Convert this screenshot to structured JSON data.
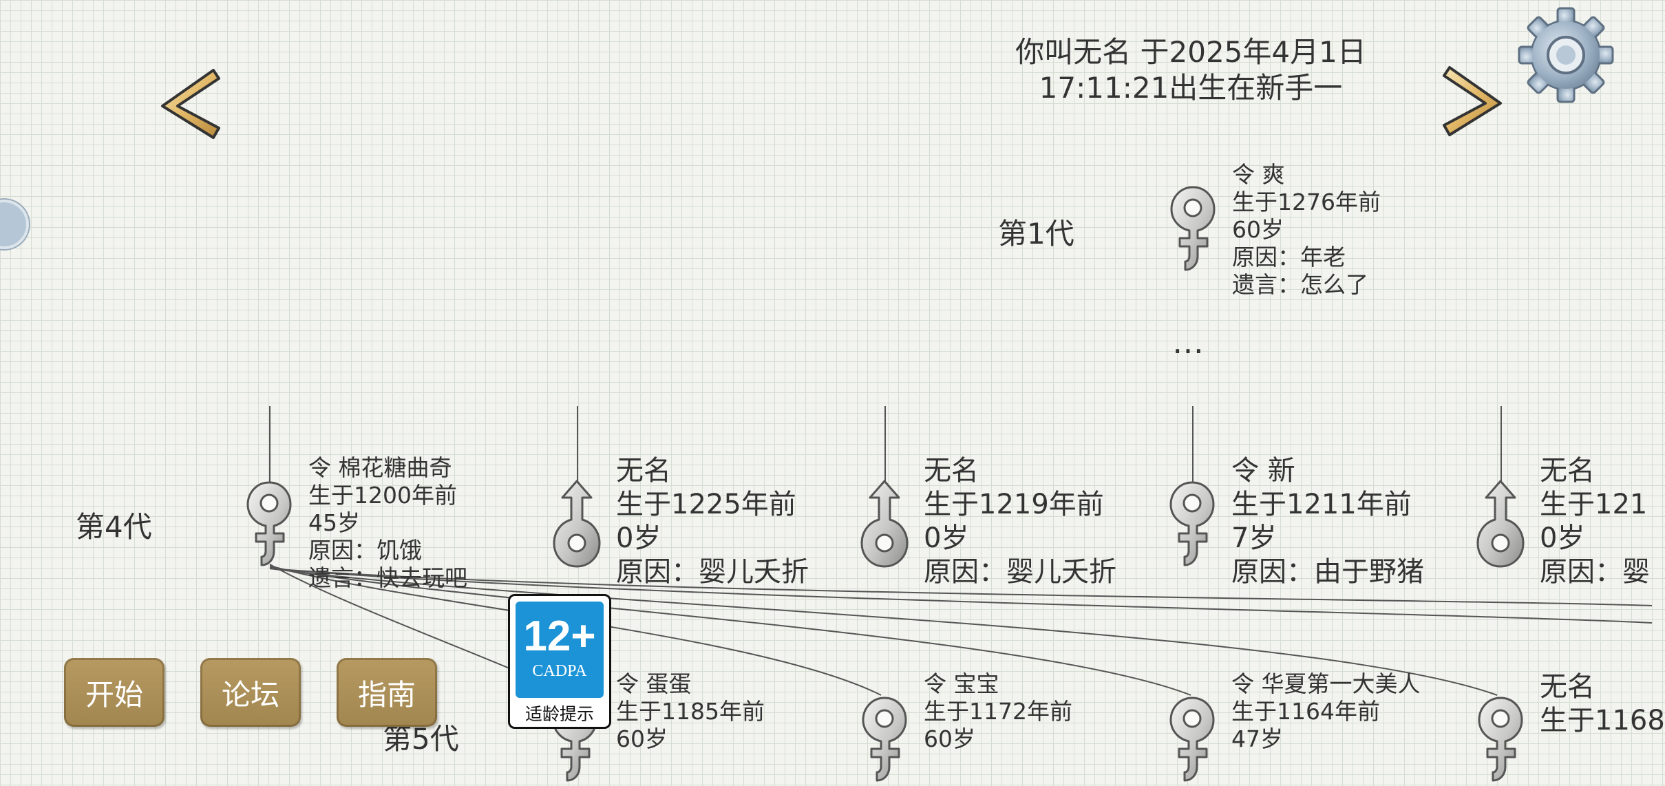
{
  "header": {
    "line1": "你叫无名 于2025年4月1日",
    "line2": "17:11:21出生在新手一"
  },
  "icons": {
    "prev": "chevron-left-icon",
    "next": "chevron-right-icon",
    "settings": "gear-icon"
  },
  "generations": {
    "gen1_label": "第1代",
    "gen4_label": "第4代",
    "gen5_label": "第5代",
    "ellipsis": "…"
  },
  "ancestor": {
    "name": "令 爽",
    "born": "生于1276年前",
    "age": "60岁",
    "cause": "原因：年老",
    "words": "遗言：怎么了",
    "gender": "female"
  },
  "gen4": [
    {
      "name": "令 棉花糖曲奇",
      "born": "生于1200年前",
      "age": "45岁",
      "cause": "原因：饥饿",
      "words": "遗言：快去玩吧",
      "gender": "female"
    },
    {
      "name": "无名",
      "born": "生于1225年前",
      "age": "0岁",
      "cause": "原因：婴儿夭折",
      "gender": "male"
    },
    {
      "name": "无名",
      "born": "生于1219年前",
      "age": "0岁",
      "cause": "原因：婴儿夭折",
      "gender": "male"
    },
    {
      "name": "令 新",
      "born": "生于1211年前",
      "age": "7岁",
      "cause": "原因：由于野猪",
      "gender": "female"
    },
    {
      "name": "无名",
      "born": "生于121",
      "age": "0岁",
      "cause": "原因：婴",
      "gender": "male"
    }
  ],
  "gen5": [
    {
      "name": "令 蛋蛋",
      "born": "生于1185年前",
      "age": "60岁",
      "gender": "female"
    },
    {
      "name": "令 宝宝",
      "born": "生于1172年前",
      "age": "60岁",
      "gender": "female"
    },
    {
      "name": "令 华夏第一大美人",
      "born": "生于1164年前",
      "age": "47岁",
      "gender": "female"
    },
    {
      "name": "无名",
      "born": "生于1168",
      "gender": "female"
    }
  ],
  "buttons": {
    "start": "开始",
    "forum": "论坛",
    "guide": "指南"
  },
  "rating": {
    "age": "12+",
    "org": "CADPA",
    "tip": "适龄提示"
  },
  "colors": {
    "button": "#a88c55",
    "rating_blue": "#1b93d6",
    "arrow": "#e0b25e"
  }
}
